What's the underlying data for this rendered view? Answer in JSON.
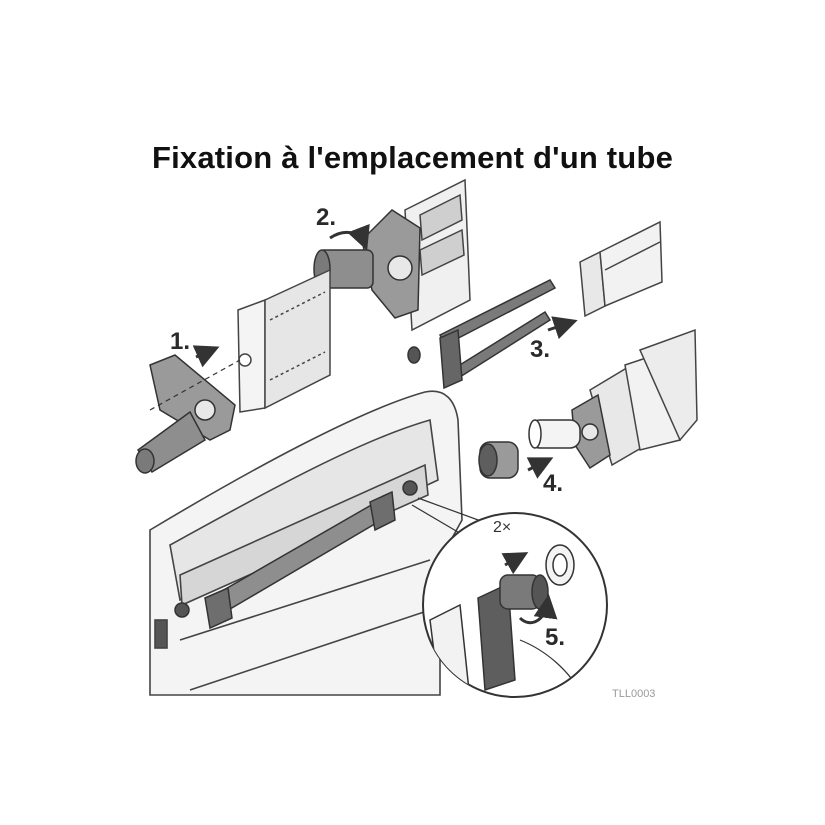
{
  "title": "Fixation à l'emplacement d'un tube",
  "steps": [
    "1.",
    "2.",
    "3.",
    "4.",
    "5."
  ],
  "detail_multiplier": "2×",
  "figure_code": "TLL0003",
  "colors": {
    "outline": "#444444",
    "part_fill": "#8e8e8e",
    "part_dark": "#5e5e5e",
    "panel_fill": "#f2f2f2",
    "rail_fill": "#d9d9d9"
  }
}
